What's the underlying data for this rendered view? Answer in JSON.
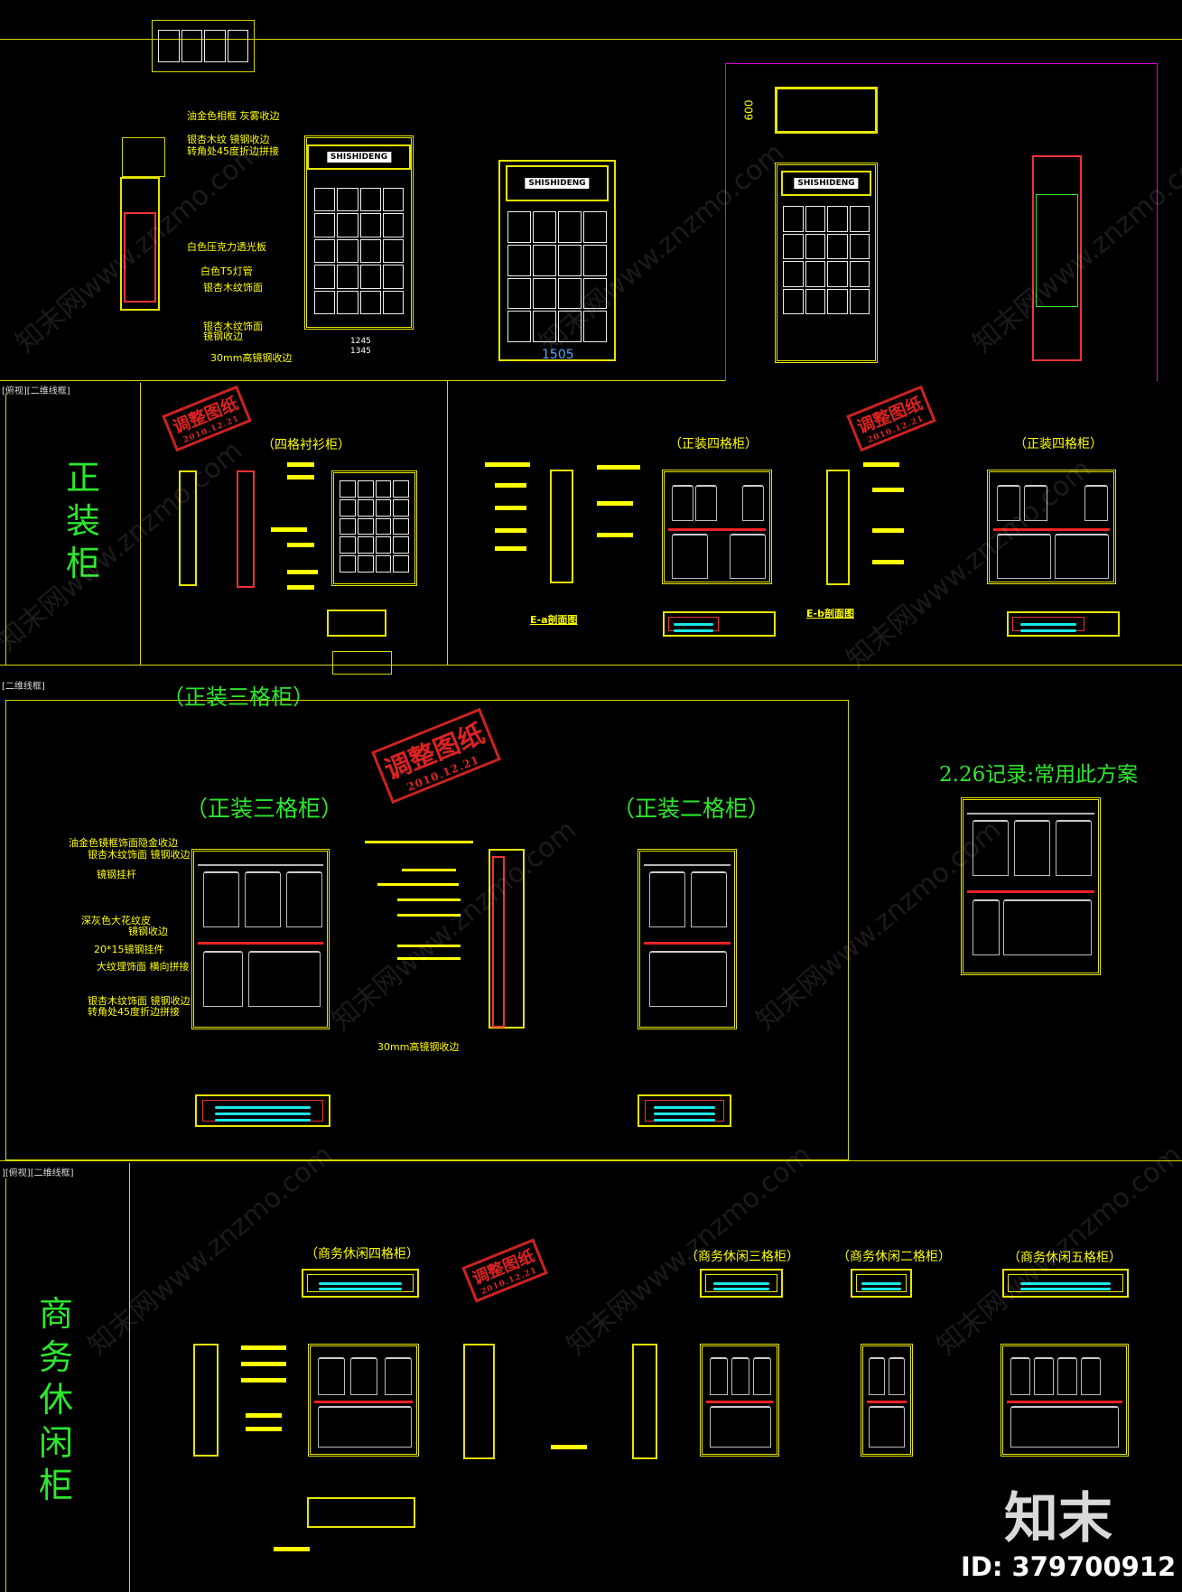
{
  "sections": {
    "formal": {
      "vertical_label": "正装柜",
      "layer_tag": "[俯视][二维线框]",
      "titles": {
        "four_shirt": "（四格衬衫柜）",
        "formal_four_a": "（正装四格柜）",
        "formal_four_b": "（正装四格柜）"
      },
      "section_labels": {
        "ea": "E-a剖面图",
        "eb": "E-b剖面图"
      }
    },
    "three": {
      "layer_tag": "[二维线框]",
      "outer_title": "（正装三格柜）",
      "title_three": "（正装三格柜）",
      "title_two": "（正装二格柜）",
      "note": "2.26记录:常用此方案"
    },
    "casual": {
      "vertical_label": "商务休闲柜",
      "layer_tag": "][俯视][二维线框]",
      "titles": {
        "four": "（商务休闲四格柜）",
        "three": "（商务休闲三格柜）",
        "two": "（商务休闲二格柜）",
        "five": "（商务休闲五格柜）"
      }
    }
  },
  "stamps": [
    {
      "text": "调整图纸",
      "date": "2010.12.21"
    },
    {
      "text": "调整图纸",
      "date": "2010.12.21"
    },
    {
      "text": "调整图纸",
      "date": "2010.12.21"
    },
    {
      "text": "调整图纸",
      "date": "2010.12.21"
    }
  ],
  "top_drawings": {
    "dim_1505": "1505",
    "dim_600": "600",
    "logo_text": "SHISHIDENG",
    "dims": {
      "d1245": "1245",
      "d1345": "1345",
      "d600": "600"
    }
  },
  "annotations_top": [
    "油金色相框  灰雾收边",
    "银杏木纹  镜钢收边",
    "转角处45度折边拼接",
    "白色压克力透光板",
    "白色T5灯管",
    "银杏木纹饰面",
    "银杏木纹饰面",
    "镜钢收边",
    "30mm高镜钢收边"
  ],
  "annotations_three": [
    "油金色镜框饰面隐金收边",
    "银杏木纹饰面  镜钢收边",
    "镜钢挂杆",
    "深灰色大花纹皮",
    "镜钢收边",
    "20*15镜钢挂件",
    "大纹理饰面  横向拼接",
    "银杏木纹饰面  镜钢收边",
    "转角处45度折边拼接",
    "30mm高镜钢收边"
  ],
  "watermark": {
    "site": "知末网www.znzmo.com",
    "brand": "知末",
    "id": "ID: 379700912"
  }
}
